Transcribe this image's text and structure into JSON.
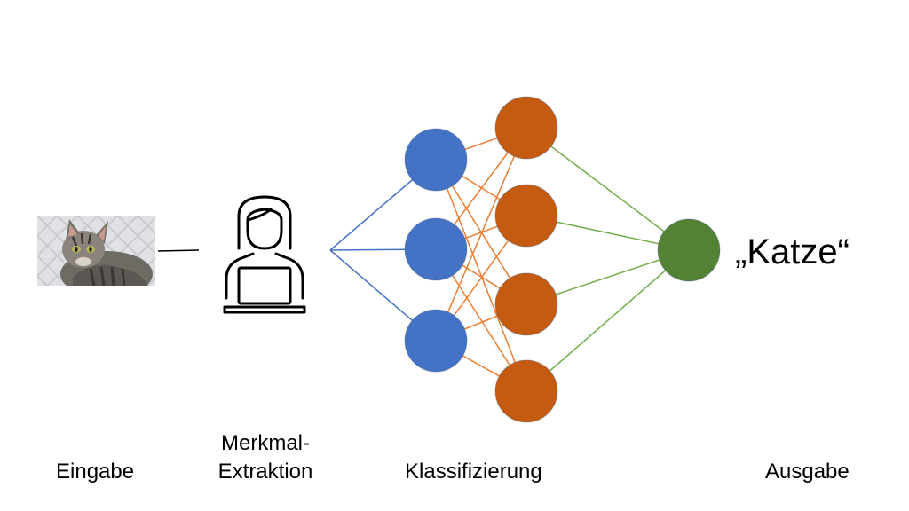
{
  "labels": {
    "input": "Eingabe",
    "feature_extraction_line1": "Merkmal-",
    "feature_extraction_line2": "Extraktion",
    "classification": "Klassifizierung",
    "output": "Ausgabe"
  },
  "result": "„Katze“",
  "colors": {
    "input_layer": "#4472C4",
    "hidden_layer": "#C55A11",
    "output_node": "#548235",
    "orange_links": "#ED7D31",
    "green_links": "#70AD47",
    "blue_links": "#4472C4"
  },
  "icons": {
    "input_image": "cat-photo",
    "extractor": "person-at-laptop-icon"
  }
}
